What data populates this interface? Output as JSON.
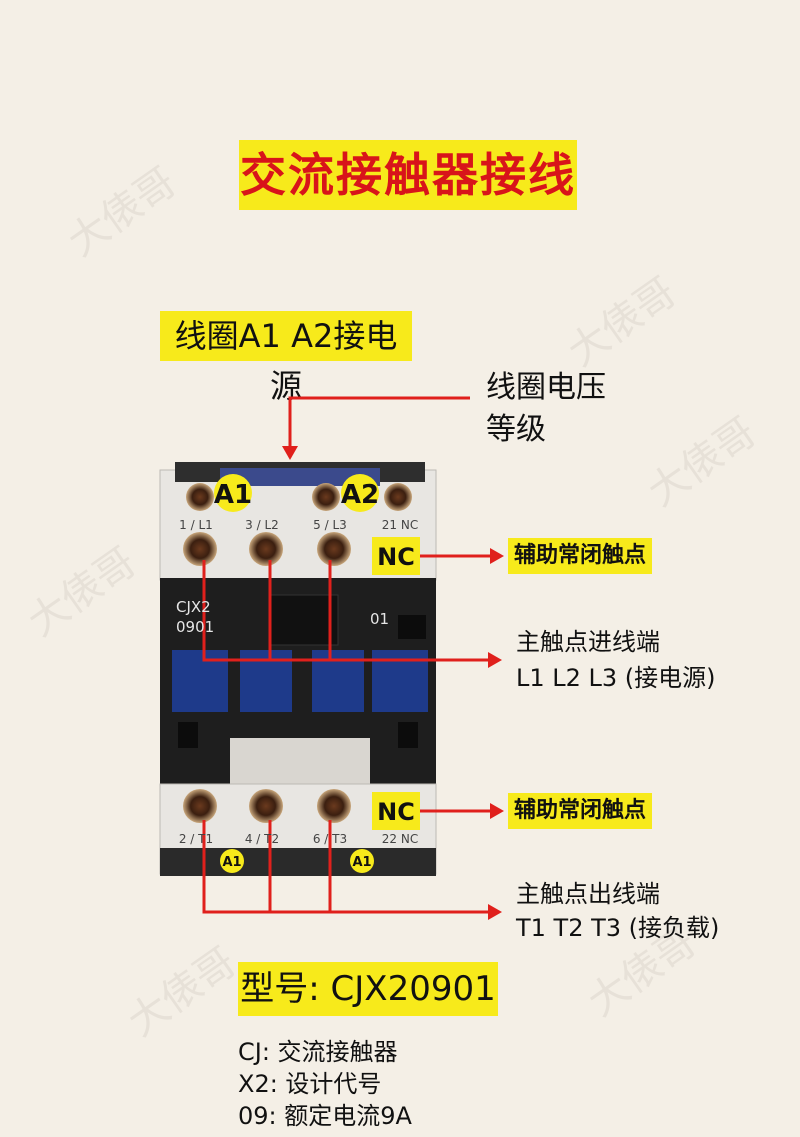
{
  "title": "交流接触器接线",
  "coil_label": "线圈A1 A2接电源",
  "coil_voltage_note": [
    "线圈电压",
    "等级"
  ],
  "terminals": {
    "A1": "A1",
    "A2": "A2",
    "NC": "NC",
    "top": [
      "1 / L1",
      "3 / L2",
      "5 / L3",
      "21 NC"
    ],
    "bottom": [
      "2 / T1",
      "4 / T2",
      "6 / T3",
      "22 NC"
    ],
    "small_a1": "A1"
  },
  "device": {
    "model_line1": "CJX2",
    "model_line2": "0901",
    "side_code": "01"
  },
  "annotations": {
    "aux_nc_top": "辅助常闭触点",
    "main_in": [
      "主触点进线端",
      "L1 L2 L3 (接电源)"
    ],
    "aux_nc_bottom": "辅助常闭触点",
    "main_out": [
      "主触点出线端",
      "T1 T2 T3 (接负载)"
    ]
  },
  "model_label": "型号: CJX20901",
  "legend": [
    "CJ: 交流接触器",
    "X2: 设计代号",
    "09: 额定电流9A"
  ],
  "watermark": "大俵哥",
  "colors": {
    "accent_yellow": "#f7ea1b",
    "title_red": "#d8141a",
    "arrow_red": "#e0201c",
    "coil_blue": "#1e3a8a"
  }
}
